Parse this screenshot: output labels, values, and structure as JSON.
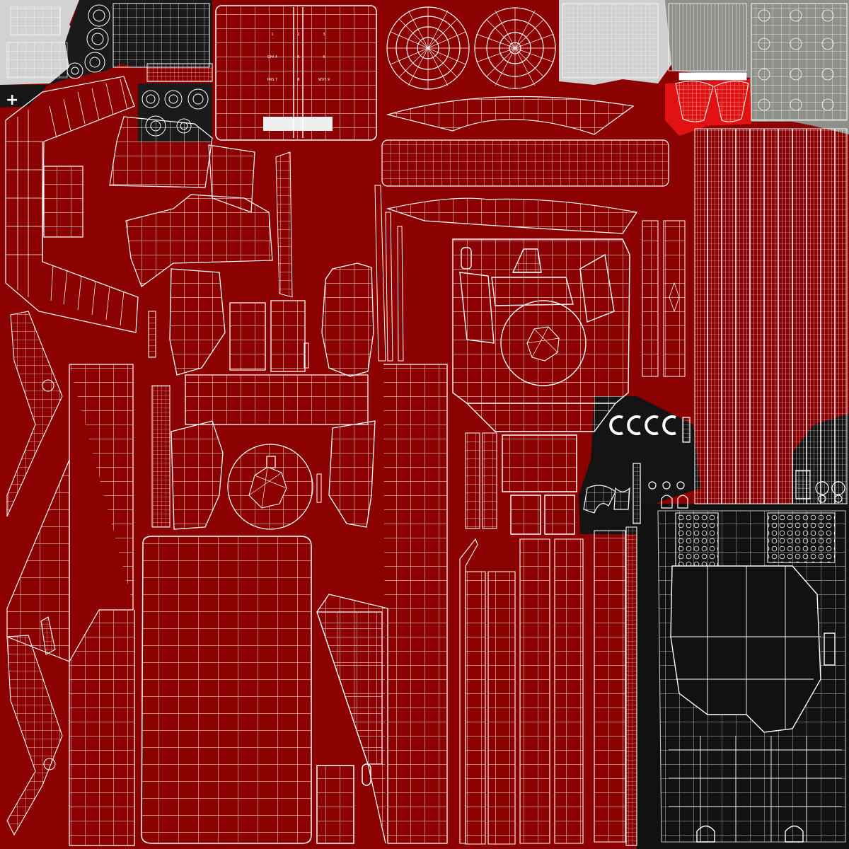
{
  "texture": {
    "colors": {
      "background": "#8b0000",
      "wire": "#ffffff",
      "panel_dark": "#141414",
      "panel_gray": "#8e908a",
      "panel_light": "#d2d2d2",
      "accent_red": "#e11010"
    }
  },
  "keypad": {
    "keys": [
      "1",
      "2",
      "3",
      "GHI 4",
      "5",
      "6",
      "PRS 7",
      "8",
      "WXY 9"
    ]
  },
  "corner_mark": {
    "glyph": "+"
  }
}
